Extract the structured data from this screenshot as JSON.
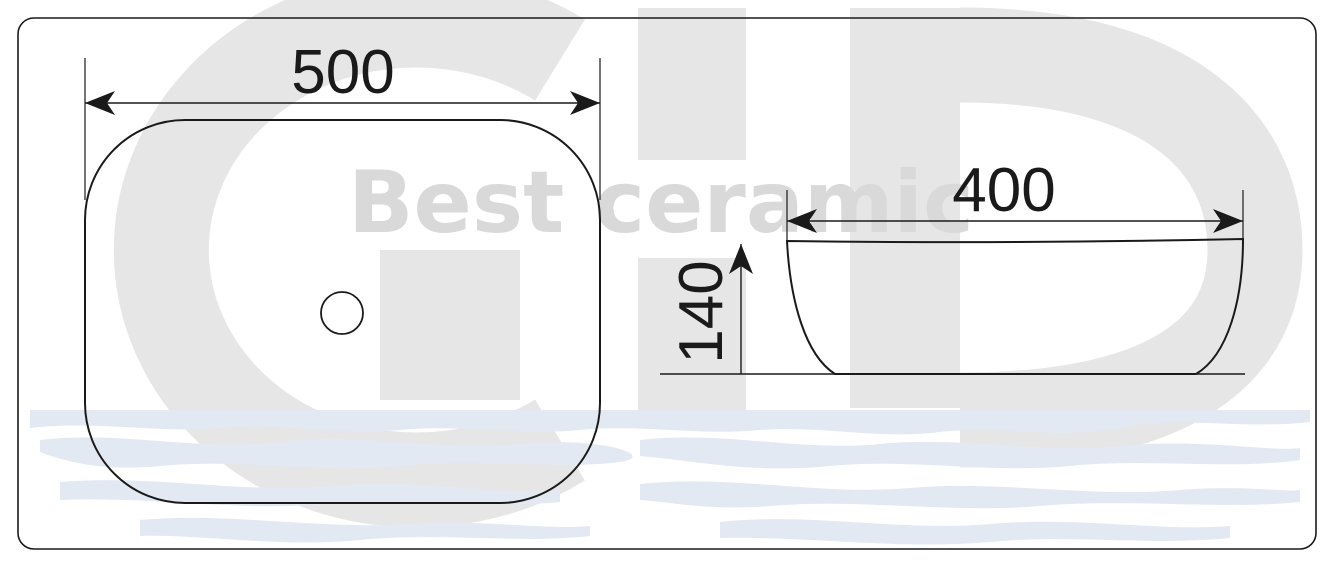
{
  "watermark": {
    "logo": "GID",
    "text": "Best ceramic",
    "logo_color": "#e6e6e6",
    "water_color": "#e3e9f2"
  },
  "top_view": {
    "width_label": "500",
    "drain_hole": true
  },
  "side_view": {
    "depth_label": "400",
    "height_label": "140"
  },
  "colors": {
    "line": "#1a1a1a",
    "frame": "#1a1a1a",
    "background": "#ffffff"
  }
}
